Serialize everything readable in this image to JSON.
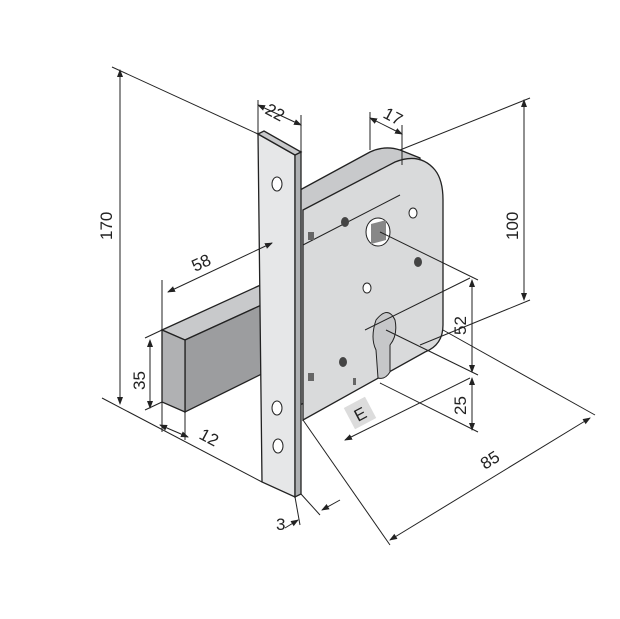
{
  "title": "Mortise lock dimension drawing",
  "dimensions": {
    "faceplate_width": "22",
    "case_depth": "17",
    "height_total": "170",
    "backset": "58",
    "case_height": "100",
    "center_distance": "52",
    "bolt_height": "35",
    "bolt_thickness": "12",
    "cylinder_offset": "25",
    "case_width": "85",
    "faceplate_thickness": "3"
  },
  "label_E": "E",
  "colors": {
    "metal": "#d9dadb",
    "metal_dark": "#b7b8ba",
    "bolt_front": "#9c9d9f",
    "line": "#222222"
  }
}
